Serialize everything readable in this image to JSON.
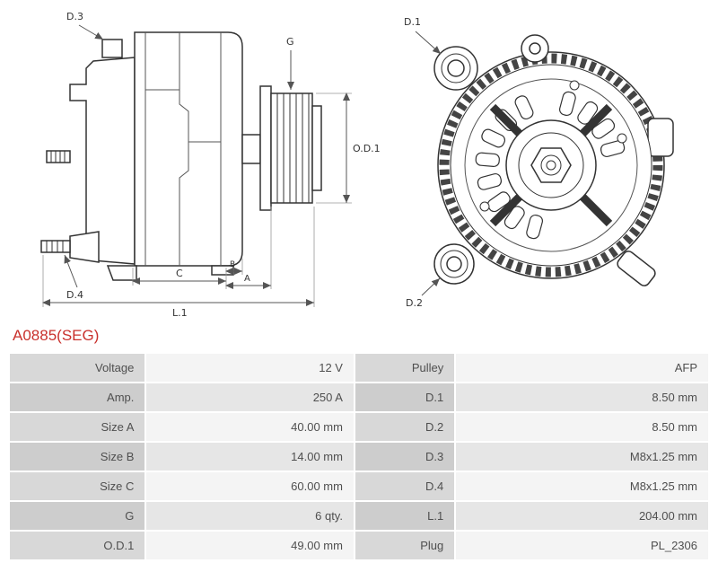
{
  "accent_color": "#c9302c",
  "part_number": "A0885(SEG)",
  "drawing": {
    "labels": {
      "d1": "D.1",
      "d2": "D.2",
      "d3": "D.3",
      "d4": "D.4",
      "g": "G",
      "od1": "O.D.1",
      "a": "A",
      "b": "B",
      "c": "C",
      "l1": "L.1"
    }
  },
  "specs": {
    "rows": [
      {
        "label_left": "Voltage",
        "value_left": "12 V",
        "label_right": "Pulley",
        "value_right": "AFP"
      },
      {
        "label_left": "Amp.",
        "value_left": "250 A",
        "label_right": "D.1",
        "value_right": "8.50 mm"
      },
      {
        "label_left": "Size A",
        "value_left": "40.00 mm",
        "label_right": "D.2",
        "value_right": "8.50 mm"
      },
      {
        "label_left": "Size B",
        "value_left": "14.00 mm",
        "label_right": "D.3",
        "value_right": "M8x1.25 mm"
      },
      {
        "label_left": "Size C",
        "value_left": "60.00 mm",
        "label_right": "D.4",
        "value_right": "M8x1.25 mm"
      },
      {
        "label_left": "G",
        "value_left": "6 qty.",
        "label_right": "L.1",
        "value_right": "204.00 mm"
      },
      {
        "label_left": "O.D.1",
        "value_left": "49.00 mm",
        "label_right": "Plug",
        "value_right": "PL_2306"
      }
    ]
  }
}
